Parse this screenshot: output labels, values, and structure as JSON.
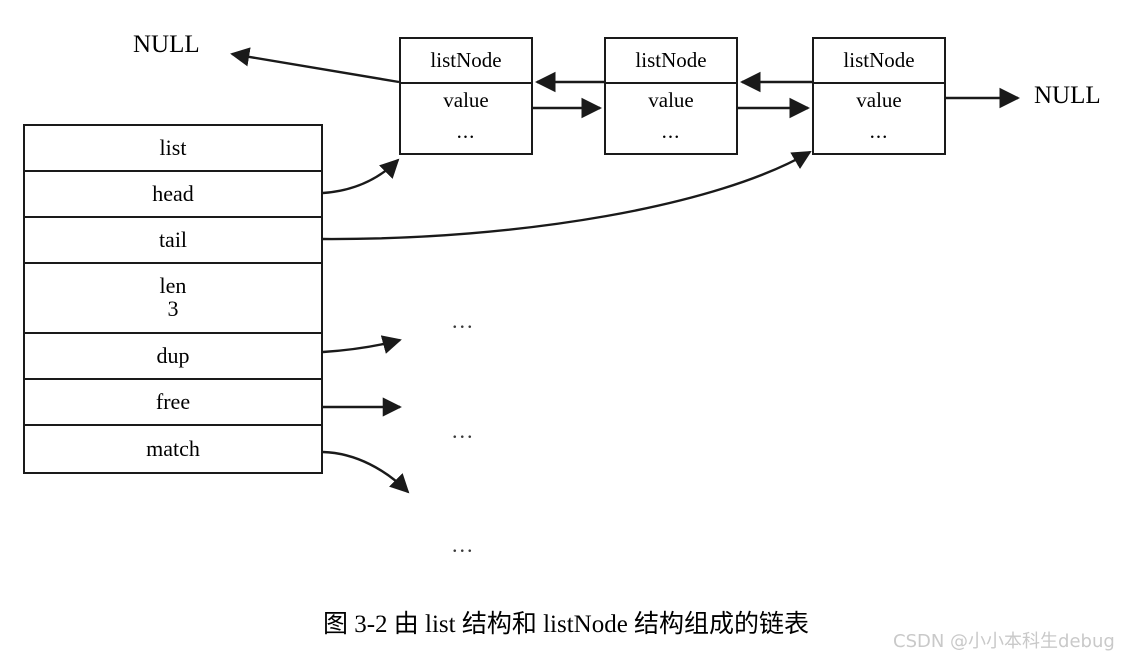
{
  "figure": {
    "caption": "图 3-2    由 list 结构和 listNode 结构组成的链表",
    "watermark": "CSDN @小小本科生debug",
    "stroke_color": "#1a1a1a",
    "background": "#ffffff"
  },
  "list_struct": {
    "title": "list",
    "rows": [
      {
        "label": "list",
        "value": ""
      },
      {
        "label": "head",
        "value": ""
      },
      {
        "label": "tail",
        "value": ""
      },
      {
        "label": "len",
        "value": "3"
      },
      {
        "label": "dup",
        "value": ""
      },
      {
        "label": "free",
        "value": ""
      },
      {
        "label": "match",
        "value": ""
      }
    ]
  },
  "nodes": [
    {
      "title": "listNode",
      "value": "value",
      "dots": "..."
    },
    {
      "title": "listNode",
      "value": "value",
      "dots": "..."
    },
    {
      "title": "listNode",
      "value": "value",
      "dots": "..."
    }
  ],
  "null_labels": {
    "left": "NULL",
    "right": "NULL"
  },
  "ellipsis_marks": [
    {
      "text": "..."
    },
    {
      "text": "..."
    },
    {
      "text": "..."
    }
  ]
}
